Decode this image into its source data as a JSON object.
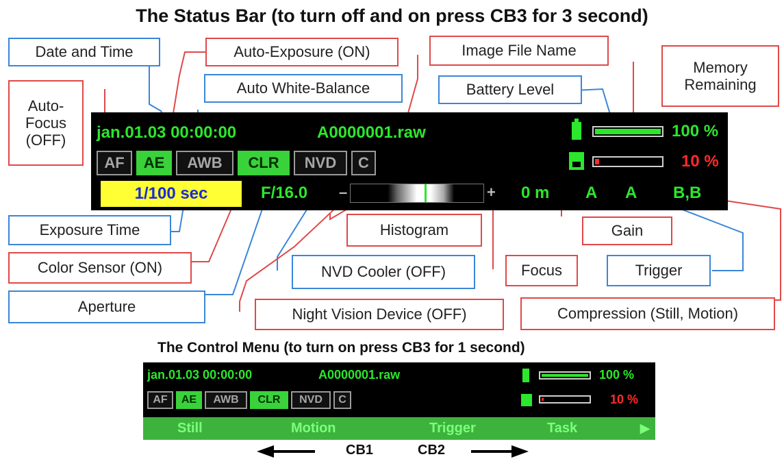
{
  "status_title": "The Status Bar (to turn off and on press CB3 for 3 second)",
  "menu_title": "The Control Menu (to turn on press CB3 for 1 second)",
  "labels": {
    "date_time": "Date and Time",
    "auto_exposure": "Auto-Exposure (ON)",
    "image_file_name": "Image File Name",
    "memory_remaining": "Memory Remaining",
    "auto_focus": "Auto-Focus (OFF)",
    "auto_white_balance": "Auto White-Balance",
    "battery_level": "Battery Level",
    "exposure_time": "Exposure Time",
    "histogram": "Histogram",
    "gain": "Gain",
    "color_sensor": "Color Sensor (ON)",
    "nvd_cooler": "NVD Cooler (OFF)",
    "focus": "Focus",
    "trigger": "Trigger",
    "aperture": "Aperture",
    "night_vision": "Night Vision Device (OFF)",
    "compression": "Compression (Still, Motion)"
  },
  "status_bar": {
    "datetime": "jan.01.03 00:00:00",
    "filename": "A0000001.raw",
    "battery_pct": "100 %",
    "memory_pct": "10 %",
    "battery_level": 1.0,
    "memory_level": 0.1,
    "toggles": [
      {
        "label": "AF",
        "on": false
      },
      {
        "label": "AE",
        "on": true
      },
      {
        "label": "AWB",
        "on": false
      },
      {
        "label": "CLR",
        "on": true
      },
      {
        "label": "NVD",
        "on": false
      },
      {
        "label": "C",
        "on": false
      }
    ],
    "exposure": "1/100 sec",
    "aperture": "F/16.0",
    "hist_minus": "–",
    "hist_plus": "+",
    "focus": "0 m",
    "gain": "A",
    "trigger": "A",
    "compression": "B,B"
  },
  "control_menu": {
    "datetime": "jan.01.03 00:00:00",
    "filename": "A0000001.raw",
    "battery_pct": "100 %",
    "memory_pct": "10 %",
    "items": [
      "Still",
      "Motion",
      "Trigger",
      "Task"
    ],
    "arrow": "▶"
  },
  "buttons": {
    "cb1": "CB1",
    "cb2": "CB2"
  },
  "colors": {
    "screen_green": "#2ce72c",
    "red_border": "#e04848",
    "blue_border": "#3a86d8",
    "menu_green": "#3db33d"
  }
}
